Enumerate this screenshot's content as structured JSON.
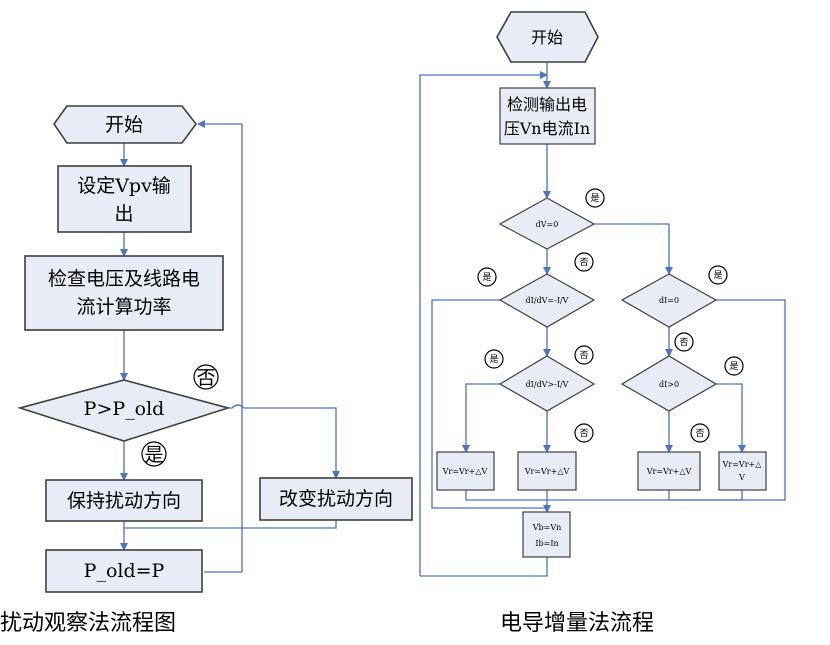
{
  "left": {
    "start": "开始",
    "set_output_1": "设定Vpv输",
    "set_output_2": "出",
    "check_1": "检查电压及线路电",
    "check_2": "流计算功率",
    "decision": "P>P_old",
    "no": "否",
    "yes": "是",
    "keep_dir": "保持扰动方向",
    "change_dir": "改变扰动方向",
    "update": "P_old=P",
    "caption": "扰动观察法流程图"
  },
  "right": {
    "start": "开始",
    "detect_1": "检测输出电",
    "detect_2": "压Vn电流In",
    "d1": "dV=0",
    "d2": "dI/dV=-I/V",
    "d3": "dI=0",
    "d4": "dI/dV>-I/V",
    "d5": "dI>0",
    "yes": "是",
    "no": "否",
    "b1": "Vr=Vr+△V",
    "b2": "Vr=Vr+△V",
    "b3": "Vr=Vr+△V",
    "b4_1": "Vr=Vr+△",
    "b4_2": "V",
    "upd_1": "Vb=Vn",
    "upd_2": "Ib=In",
    "caption": "电导增量法流程"
  }
}
